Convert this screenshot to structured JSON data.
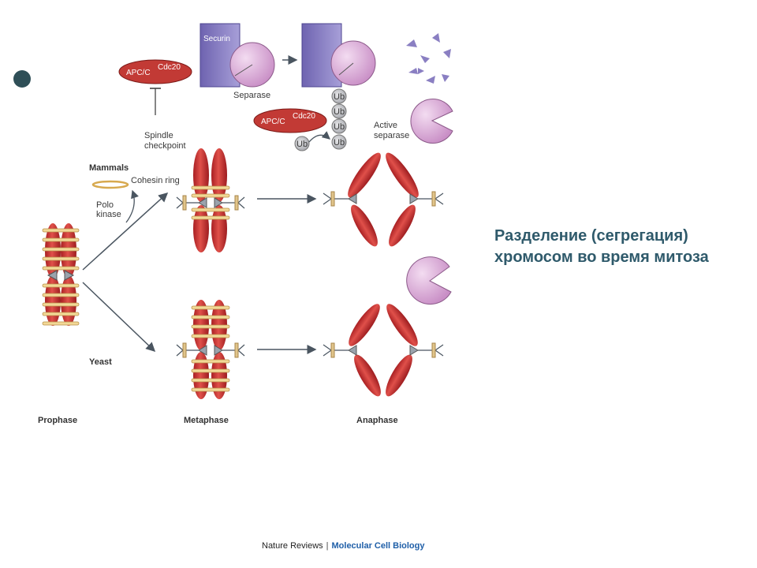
{
  "slide": {
    "title": "Разделение (сегрегация) хромосом во время митоза"
  },
  "figure": {
    "labels": {
      "securin": "Securin",
      "separase": "Separase",
      "apc_c": "APC/C",
      "cdc20": "Cdc20",
      "ub": "Ub",
      "active_separase_1": "Active",
      "active_separase_2": "separase",
      "spindle_1": "Spindle",
      "spindle_2": "checkpoint",
      "mammals": "Mammals",
      "cohesin_ring": "Cohesin ring",
      "polo_1": "Polo",
      "polo_2": "kinase",
      "yeast": "Yeast",
      "prophase": "Prophase",
      "metaphase": "Metaphase",
      "anaphase": "Anaphase"
    },
    "colors": {
      "chromatid": "#c9302f",
      "cohesin": "#e6c36a",
      "securin": "#8a7fc2",
      "separase": "#d9a9d6",
      "ub": "#b8b8bc",
      "kinetochore": "#e0c48a",
      "arrow": "#4a5560"
    }
  },
  "credit": {
    "journal": "Nature Reviews",
    "section": "Molecular Cell Biology"
  }
}
